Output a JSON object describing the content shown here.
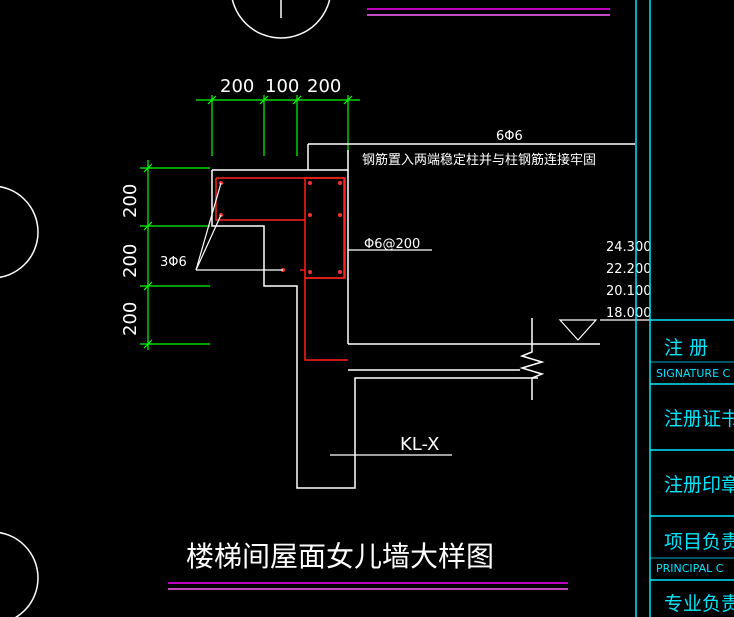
{
  "drawing": {
    "title": "楼梯间屋面女儿墙大样图",
    "dimensions_top": [
      "200",
      "100",
      "200"
    ],
    "dimensions_left": [
      "200",
      "200",
      "200"
    ],
    "labels": {
      "top_bar": "6Φ6",
      "top_note": "钢筋置入两端稳定柱并与柱钢筋连接牢固",
      "stirrup": "Φ6@200",
      "corner_bars": "3Φ6",
      "beam": "KL-X"
    },
    "levels": [
      "24.300",
      "22.200",
      "20.100",
      "18.000"
    ]
  },
  "title_block": {
    "rows": [
      {
        "label": "注    册",
        "sub": "SIGNATURE   C"
      },
      {
        "label": "注册证书号",
        "sub": ""
      },
      {
        "label": "注册印章号",
        "sub": ""
      },
      {
        "label": "项目负责人",
        "sub": "PRINCIPAL   C"
      },
      {
        "label": "专业负责人",
        "sub": ""
      }
    ]
  },
  "colors": {
    "background": "#000000",
    "lines": "#ffffff",
    "dimension": "#00ff00",
    "rebar": "#ff0000",
    "title_block": "#00e5ff",
    "underline": "#ff00ff"
  }
}
